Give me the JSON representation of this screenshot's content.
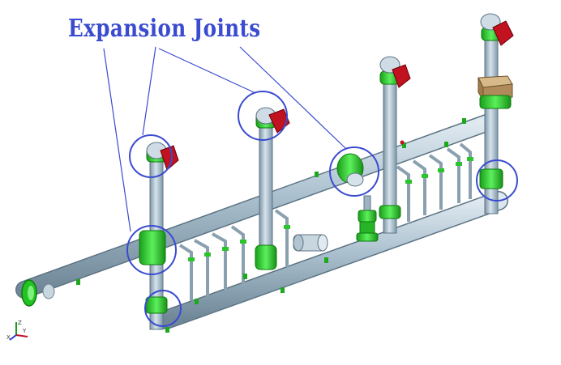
{
  "title": "Expansion Joints",
  "axes": {
    "x_label": "X",
    "y_label": "Y",
    "z_label": "Z"
  },
  "colors": {
    "callout": "#3a4bd0",
    "pipe": "#a9bfce",
    "joint": "#22c422",
    "valve": "#c1121f",
    "box": "#b08a5a"
  },
  "callouts": [
    {
      "id": "joint-left-elbow"
    },
    {
      "id": "joint-middle-elbow"
    },
    {
      "id": "joint-header-center"
    },
    {
      "id": "joint-header-left"
    },
    {
      "id": "joint-bottom-left"
    },
    {
      "id": "joint-right-riser"
    }
  ]
}
